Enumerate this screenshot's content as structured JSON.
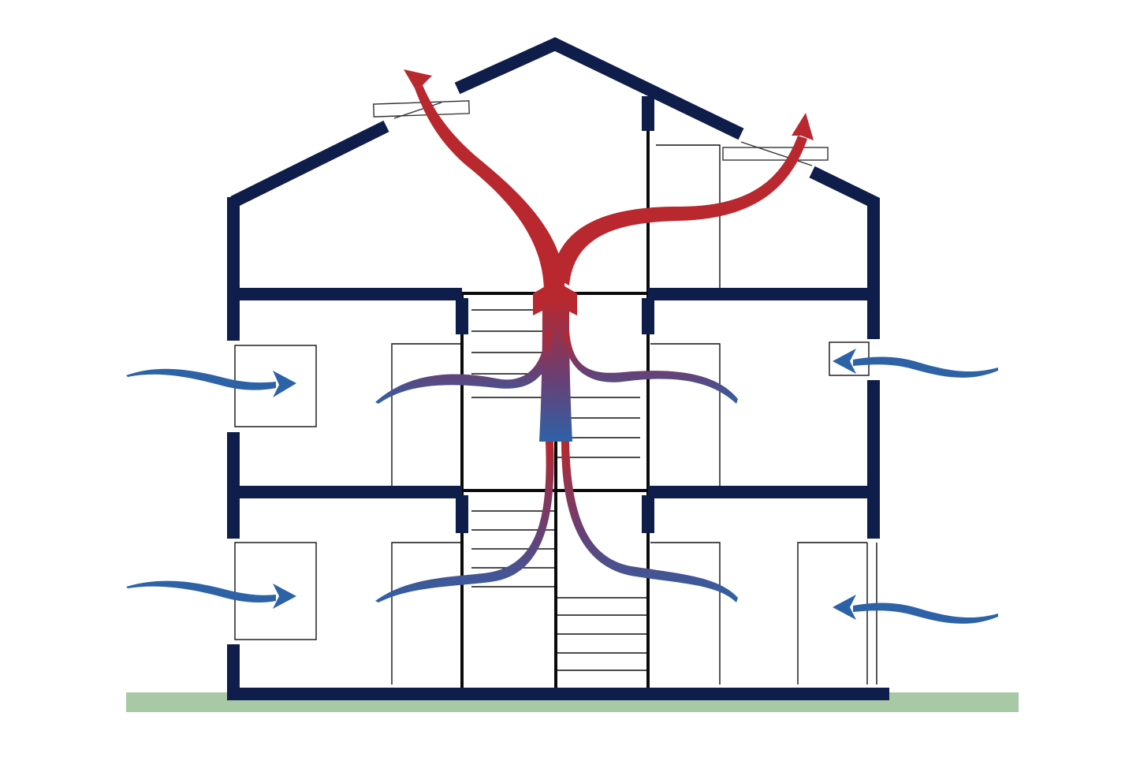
{
  "diagram": {
    "type": "stack-effect-ventilation-section",
    "colors": {
      "wall": "#0f1d4a",
      "ground": "#a8c9a5",
      "cool_air": "#2d62a7",
      "warm_air": "#b8282e",
      "mid_air": "#6a3f73",
      "line": "#111111",
      "glass": "#9aa4b0"
    },
    "building": {
      "storeys": 2,
      "roof": "gable",
      "central_stair": true,
      "roof_vents": 2
    },
    "airflows": {
      "inlets": [
        {
          "side": "left",
          "floor": "upper",
          "direction": "in"
        },
        {
          "side": "left",
          "floor": "lower",
          "direction": "in"
        },
        {
          "side": "right",
          "floor": "upper",
          "direction": "in"
        },
        {
          "side": "right",
          "floor": "lower",
          "direction": "in"
        }
      ],
      "exhausts": [
        {
          "location": "roof-left-vent",
          "direction": "out"
        },
        {
          "location": "roof-right-vent",
          "direction": "out"
        }
      ]
    }
  }
}
